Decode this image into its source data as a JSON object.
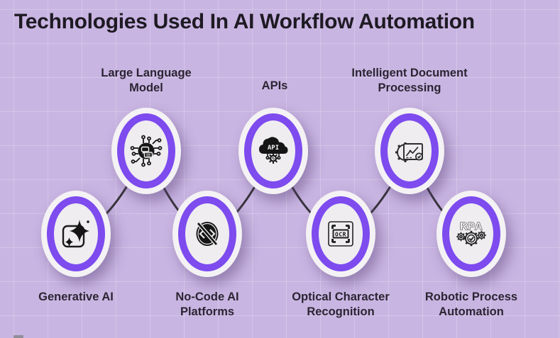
{
  "title": "Technologies Used In AI Workflow Automation",
  "theme": {
    "bg": "#c9b5e2",
    "grid": "rgba(255,255,255,0.22)",
    "ring": "#7d4bee",
    "outer": "#f4f2f4",
    "inner": "#efedf0",
    "connector": "#39343c",
    "title": "#1e1a23",
    "label": "#2b2533"
  },
  "nodes": [
    {
      "id": "generative-ai",
      "label": "Generative AI",
      "icon": "sparkle-image-icon",
      "row": "bottom"
    },
    {
      "id": "large-language-model",
      "label": "Large Language Model",
      "icon": "ai-chip-chat-icon",
      "row": "top"
    },
    {
      "id": "no-code-ai-platforms",
      "label": "No-Code AI Platforms",
      "icon": "no-code-slash-icon",
      "row": "bottom"
    },
    {
      "id": "apis",
      "label": "APIs",
      "icon": "api-cloud-gear-icon",
      "icon_text": "API",
      "row": "top"
    },
    {
      "id": "optical-character-recognition",
      "label": "Optical Character Recognition",
      "icon": "ocr-scan-frame-icon",
      "icon_text": "OCR",
      "row": "bottom"
    },
    {
      "id": "intelligent-document-processing",
      "label": "Intelligent Document Processing",
      "icon": "document-gear-analytics-icon",
      "row": "top"
    },
    {
      "id": "robotic-process-automation",
      "label": "Robotic Process Automation",
      "icon": "rpa-gears-check-icon",
      "icon_text": "RPA",
      "row": "bottom"
    }
  ]
}
